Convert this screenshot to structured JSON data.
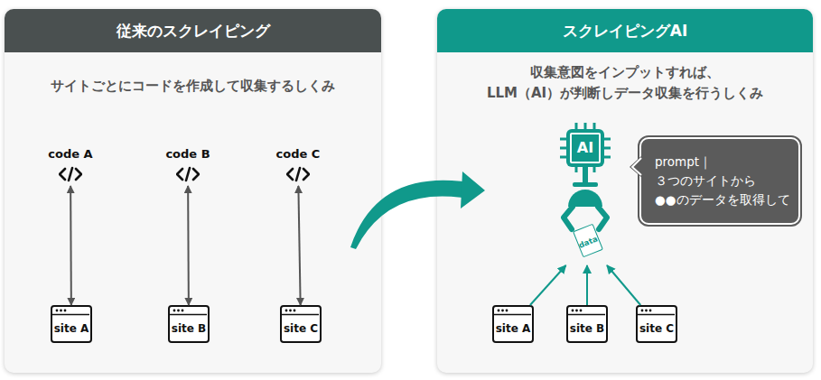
{
  "diagram": {
    "nodes": [
      {
        "text": [
          "従来のスクレイピング",
          "サイトごとにコードを作成して収集するしくみ"
        ]
      },
      {
        "text": [
          "code A"
        ],
        "in": 0
      },
      {
        "text": [
          "code B"
        ],
        "in": 0
      },
      {
        "text": [
          "code C"
        ],
        "in": 0
      },
      {
        "text": [
          "site A"
        ],
        "in": 0
      },
      {
        "text": [
          "site B"
        ],
        "in": 0
      },
      {
        "text": [
          "site C"
        ],
        "in": 0
      },
      {
        "text": [
          "スクレイピングAI",
          "収集意図をインプットすれば、 LLM（AI）が判断しデータ収集を行うしくみ"
        ]
      },
      {
        "text": [
          "AI"
        ],
        "in": 7
      },
      {
        "text": [
          "prompt｜ ３つのサイトから ●●のデータを取得して"
        ],
        "in": 7
      },
      {
        "text": [
          "data"
        ],
        "in": 7
      },
      {
        "text": [
          "site A"
        ],
        "in": 7
      },
      {
        "text": [
          "site B"
        ],
        "in": 7
      },
      {
        "text": [
          "site C"
        ],
        "in": 7
      }
    ],
    "edges": [
      {
        "from": 1,
        "to": 4,
        "arrow": "both"
      },
      {
        "from": 2,
        "to": 5,
        "arrow": "both"
      },
      {
        "from": 3,
        "to": 6,
        "arrow": "both"
      },
      {
        "from": 11,
        "to": 10,
        "arrow": "to"
      },
      {
        "from": 12,
        "to": 10,
        "arrow": "to"
      },
      {
        "from": 13,
        "to": 10,
        "arrow": "to"
      }
    ]
  }
}
